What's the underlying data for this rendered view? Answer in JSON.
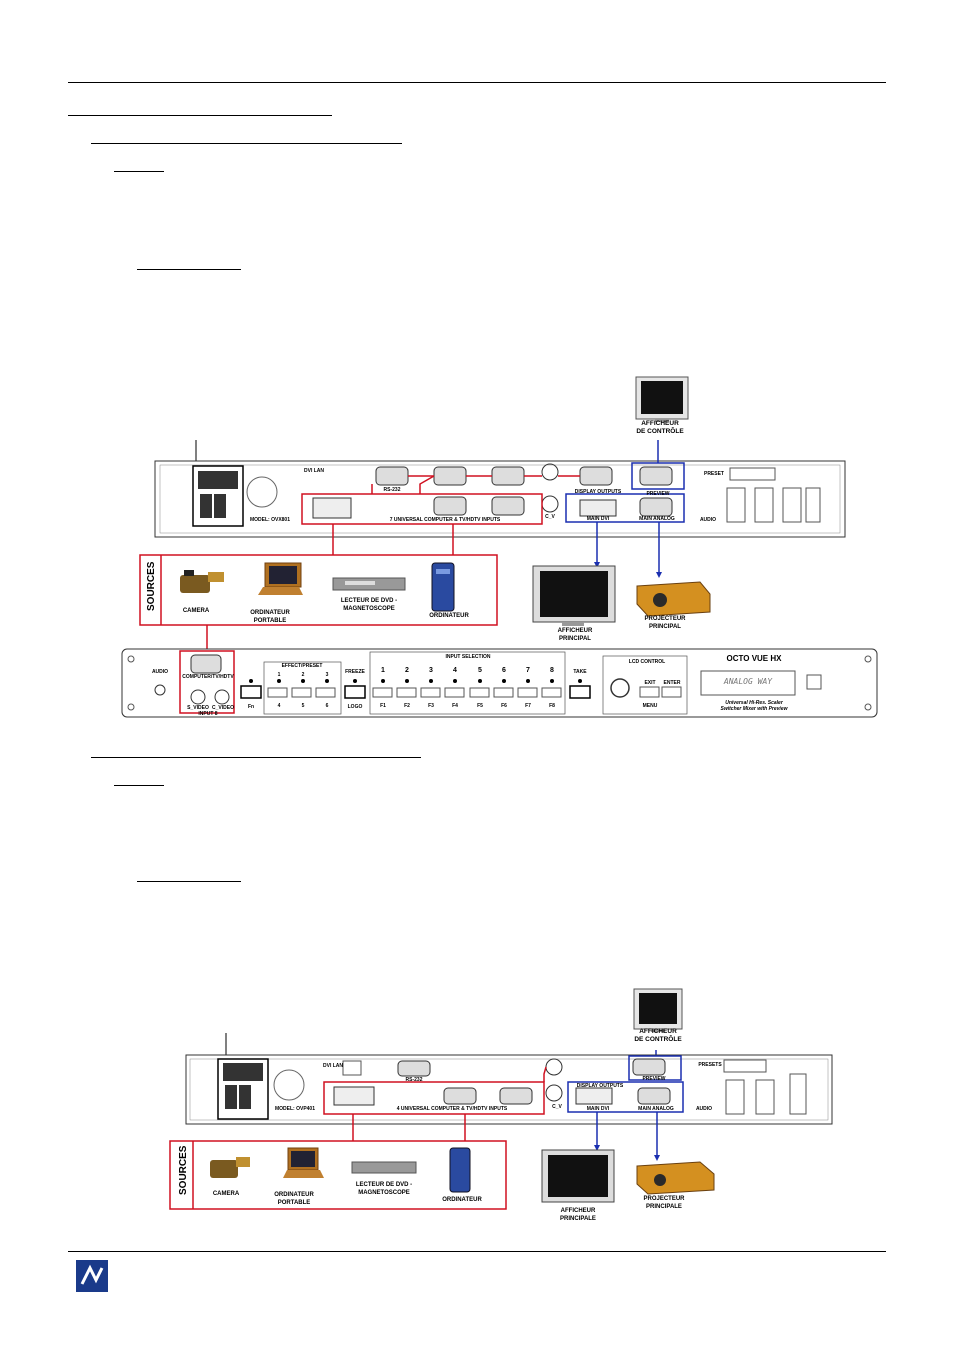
{
  "diagram1": {
    "monitor_top": "AFFICHEUR\nDE CONTRÔLE",
    "preview": "PREVIEW",
    "preset": "PRESET",
    "dvi_lan": "DVI LAN",
    "rs232": "RS-232",
    "model": "MODEL: OVX801",
    "inputs_label": "7 UNIVERSAL COMPUTER & TV/HDTV INPUTS",
    "display_outputs": "DISPLAY OUTPUTS",
    "main_dvi": "MAIN DVI",
    "main_analog": "MAIN ANALOG",
    "audio": "AUDIO",
    "cv": "C_V",
    "sources": "SOURCES",
    "camera": "CAMERA",
    "laptop": "ORDINATEUR\nPORTABLE",
    "dvd": "LECTEUR DE DVD -\nMAGNETOSCOPE",
    "desktop": "ORDINATEUR",
    "main_display": "AFFICHEUR\nPRINCIPAL",
    "projector": "PROJECTEUR\nPRINCIPAL",
    "front": {
      "audio": "AUDIO",
      "computer_tv": "COMPUTER/TV/HDTV",
      "svideo": "S_VIDEO",
      "cvideo": "C_VIDEO",
      "input8": "INPUT 8",
      "effect_preset": "EFFECT/PRESET",
      "ep_nums": [
        "1",
        "2",
        "3"
      ],
      "ep_bottom": [
        "4",
        "5",
        "6"
      ],
      "fn": "Fn",
      "freeze": "FREEZE",
      "logo": "LOGO",
      "input_selection": "INPUT SELECTION",
      "inputs": [
        "1",
        "2",
        "3",
        "4",
        "5",
        "6",
        "7",
        "8"
      ],
      "input_bottom": [
        "F1",
        "F2",
        "F3",
        "F4",
        "F5",
        "F6",
        "F7",
        "F8"
      ],
      "take": "TAKE",
      "lcd_control": "LCD CONTROL",
      "exit": "EXIT",
      "enter": "ENTER",
      "menu": "MENU",
      "brand": "OCTO VUE HX",
      "lcd_text": "ANALOG WAY",
      "tag1": "Universal Hi-Res. Scaler",
      "tag2": "Switcher Mixer with Preview"
    }
  },
  "diagram2": {
    "monitor_top": "AFFICHEUR\nDE CONTRÔLE",
    "preview": "PREVIEW",
    "preset": "PRESETS",
    "dvi_lan": "DVI LAN",
    "rs232": "RS-232",
    "model": "MODEL: OVP401",
    "inputs_label": "4 UNIVERSAL COMPUTER & TV/HDTV INPUTS",
    "display_outputs": "DISPLAY OUTPUTS",
    "main_dvi": "MAIN DVI",
    "main_analog": "MAIN ANALOG",
    "audio": "AUDIO",
    "cv": "C_V",
    "sources": "SOURCES",
    "camera": "CAMERA",
    "laptop": "ORDINATEUR\nPORTABLE",
    "dvd": "LECTEUR DE DVD -\nMAGNETOSCOPE",
    "desktop": "ORDINATEUR",
    "main_display": "AFFICHEUR\nPRINCIPALE",
    "projector": "PROJECTEUR\nPRINCIPALE"
  },
  "colors": {
    "red": "#d01020",
    "blue": "#1a2fb0",
    "logo": "#1a3a8a"
  }
}
